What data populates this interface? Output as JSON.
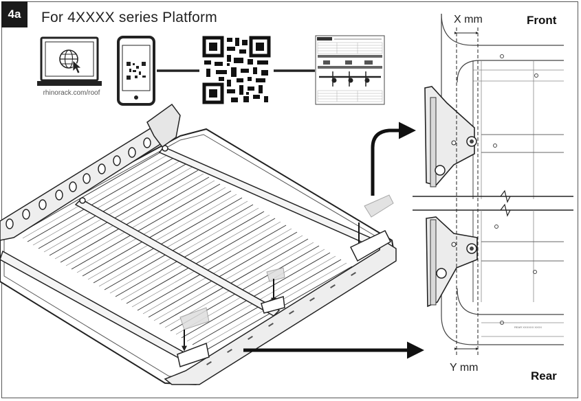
{
  "step": "4a",
  "title": "For 4XXXX series Platform",
  "website": "rhinorack.com/roof",
  "labels": {
    "x_dimension": "X mm",
    "y_dimension": "Y mm",
    "front": "Front",
    "rear": "Rear"
  },
  "icons": [
    "monitor-globe-icon",
    "phone-qr-icon",
    "qr-code",
    "vehicle-fitting-document"
  ]
}
